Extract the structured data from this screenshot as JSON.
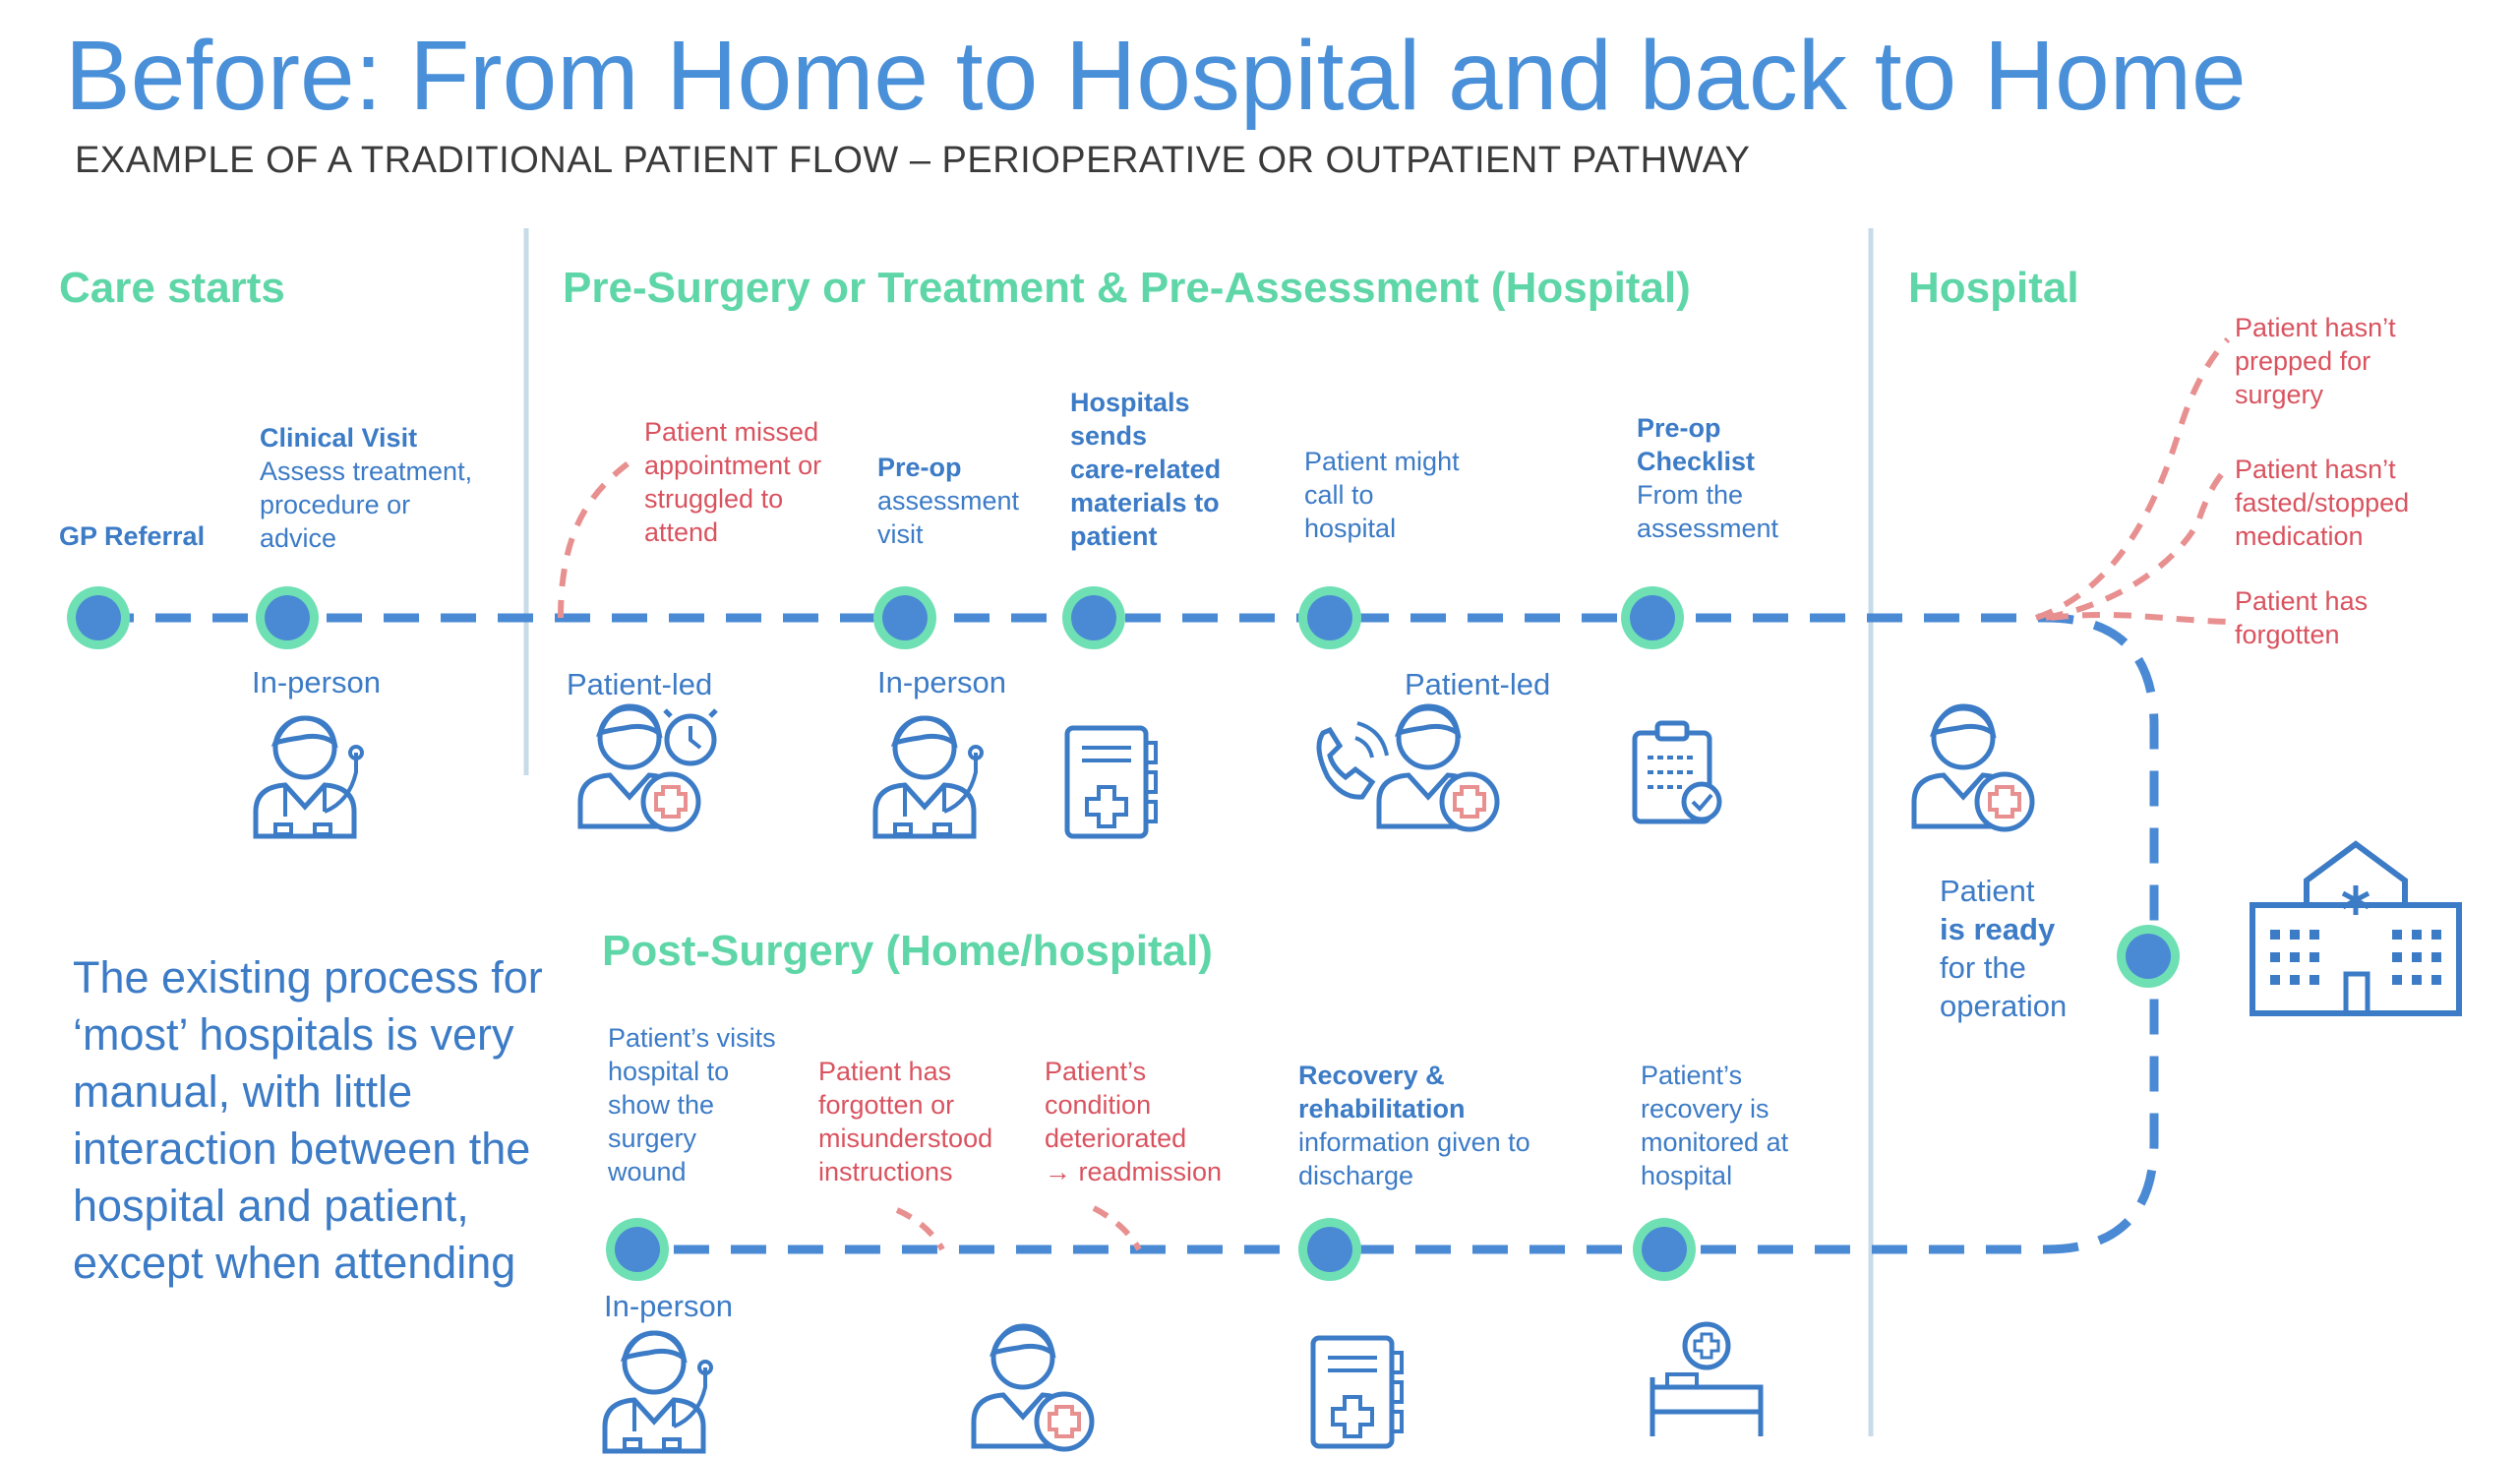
{
  "title": "Before: From Home to Hospital and back to Home",
  "subtitle": "EXAMPLE OF A TRADITIONAL PATIENT FLOW – PERIOPERATIVE OR OUTPATIENT PATHWAY",
  "sections": {
    "care_starts": "Care starts",
    "pre_surgery": "Pre-Surgery or Treatment & Pre-Assessment (Hospital)",
    "hospital": "Hospital",
    "post_surgery": "Post-Surgery (Home/hospital)"
  },
  "top_flow": {
    "gp_referral": "GP Referral",
    "clinical_visit_title": "Clinical Visit",
    "clinical_visit_desc": [
      "Assess treatment,",
      "procedure or",
      "advice"
    ],
    "missed_appointment": [
      "Patient missed",
      "appointment or",
      "struggled to",
      "attend"
    ],
    "preop_title": "Pre-op",
    "preop_desc": [
      "assessment",
      "visit"
    ],
    "materials": [
      "Hospitals",
      "sends",
      "care-related",
      "materials to",
      "patient"
    ],
    "call_hospital": [
      "Patient might",
      "call to",
      "hospital"
    ],
    "checklist_title": [
      "Pre-op",
      "Checklist"
    ],
    "checklist_desc": [
      "From the",
      "assessment"
    ],
    "modes": [
      "In-person",
      "Patient-led",
      "In-person",
      "Patient-led"
    ]
  },
  "hospital_issues": [
    [
      "Patient hasn’t",
      "prepped for",
      "surgery"
    ],
    [
      "Patient hasn’t",
      "fasted/stopped",
      "medication"
    ],
    [
      "Patient has",
      "forgotten"
    ]
  ],
  "ready": {
    "l1": "Patient",
    "l2": "is ready",
    "l3": "for the",
    "l4": "operation"
  },
  "bottom_flow": {
    "visits": [
      "Patient’s visits",
      "hospital to",
      "show the",
      "surgery",
      "wound"
    ],
    "forgotten": [
      "Patient has",
      "forgotten or",
      "misunderstood",
      "instructions"
    ],
    "deteriorated": [
      "Patient’s",
      "condition",
      "deteriorated",
      "→ readmission"
    ],
    "recovery_title": [
      "Recovery &",
      "rehabilitation"
    ],
    "recovery_desc": [
      "information given to",
      "discharge"
    ],
    "monitored": [
      "Patient’s",
      "recovery is",
      "monitored at",
      "hospital"
    ],
    "mode": "In-person"
  },
  "summary": "The existing process for ‘most’ hospitals is very manual, with little interaction between the hospital and patient, except when attending",
  "colors": {
    "blue": "#4a8ad4",
    "green": "#6fe0b4",
    "red": "#d9535f",
    "divider": "#c7dbe8"
  }
}
